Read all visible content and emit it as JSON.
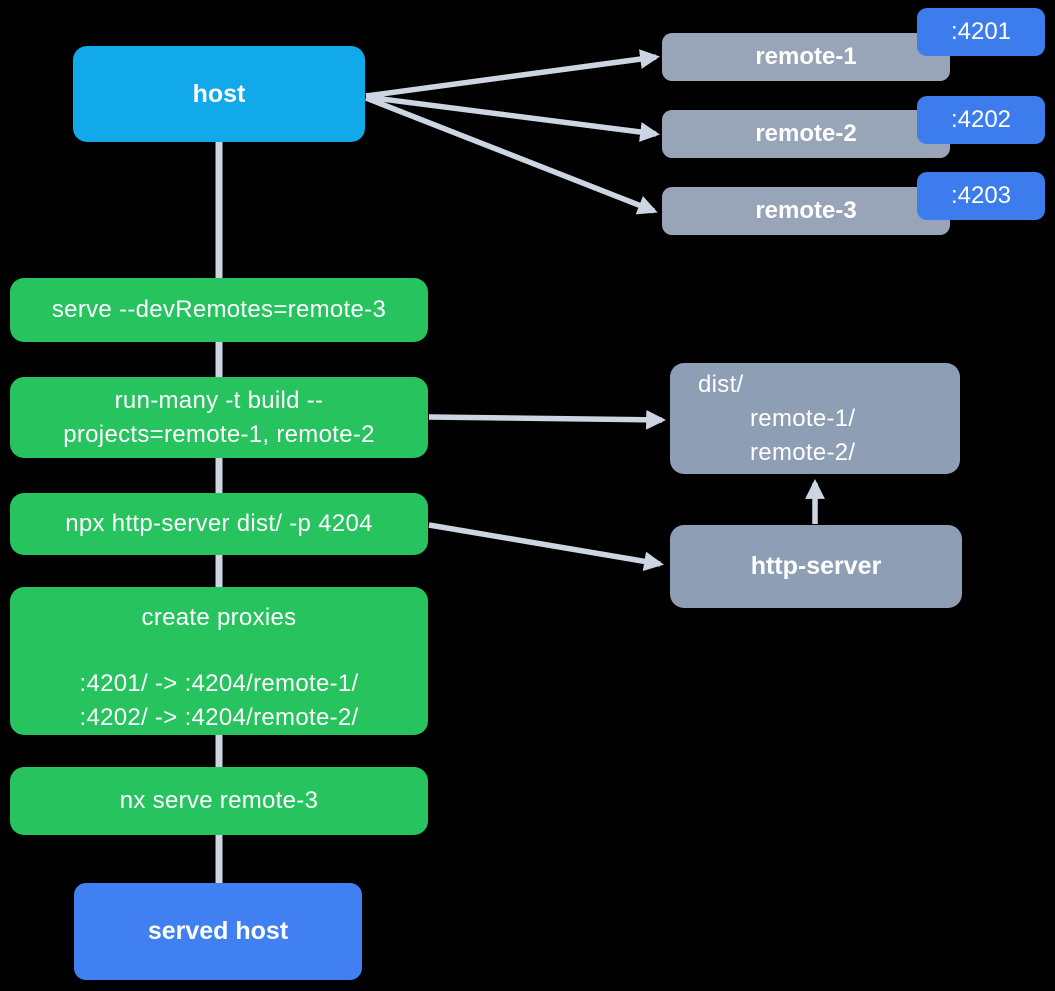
{
  "colors": {
    "host_bg": "#11A9E9",
    "served_host_bg": "#4180F2",
    "port_badge_bg": "#3D7CEC",
    "remote_bg": "#98A5B8",
    "artifact_bg": "#8E9EB4",
    "step_bg": "#26C35F",
    "connector": "#CDD5E2",
    "text": "#FFFFFF"
  },
  "nodes": {
    "host": "host",
    "served_host": "served host",
    "remotes": [
      {
        "name": "remote-1",
        "port": ":4201"
      },
      {
        "name": "remote-2",
        "port": ":4202"
      },
      {
        "name": "remote-3",
        "port": ":4203"
      }
    ],
    "steps": {
      "serve": "serve --devRemotes=remote-3",
      "build_line1": "run-many -t build --",
      "build_line2": "projects=remote-1, remote-2",
      "http_server_cmd": "npx http-server dist/ -p 4204",
      "proxies_title": "create proxies",
      "proxy_line1": ":4201/ -> :4204/remote-1/",
      "proxy_line2": ":4202/ -> :4204/remote-2/",
      "serve_remote3": "nx serve remote-3"
    },
    "dist": {
      "root": "dist/",
      "children": [
        "remote-1/",
        "remote-2/"
      ]
    },
    "http_server": "http-server"
  }
}
